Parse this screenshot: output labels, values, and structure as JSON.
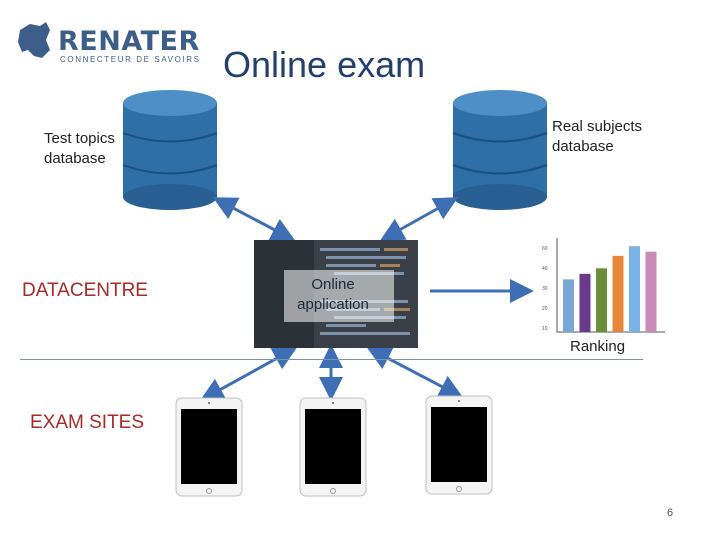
{
  "logo": {
    "name": "RENATER",
    "tagline": "CONNECTEUR DE SAVOIRS"
  },
  "title": "Online exam",
  "databases": {
    "left": {
      "label_line1": "Test topics",
      "label_line2": "database"
    },
    "right": {
      "label_line1": "Real subjects",
      "label_line2": "database"
    }
  },
  "zones": {
    "datacentre": "DATACENTRE",
    "exam_sites": "EXAM SITES"
  },
  "application": {
    "label_line1": "Online",
    "label_line2": "application"
  },
  "ranking": {
    "label": "Ranking"
  },
  "chart_data": {
    "type": "bar",
    "ticks": [
      "60",
      "40",
      "30",
      "20",
      "10"
    ],
    "values": [
      38,
      42,
      46,
      55,
      62,
      58
    ],
    "ylim": [
      0,
      65
    ],
    "colors": [
      "#7aa6d8",
      "#6b3a8c",
      "#6b8e3a",
      "#e5873a",
      "#7ab3e6",
      "#c98bb8"
    ]
  },
  "page_number": "6",
  "colors": {
    "accent": "#3e6fb5",
    "zone_label": "#a52a2a",
    "db": "#2f6fa8",
    "title": "#233f6b"
  }
}
